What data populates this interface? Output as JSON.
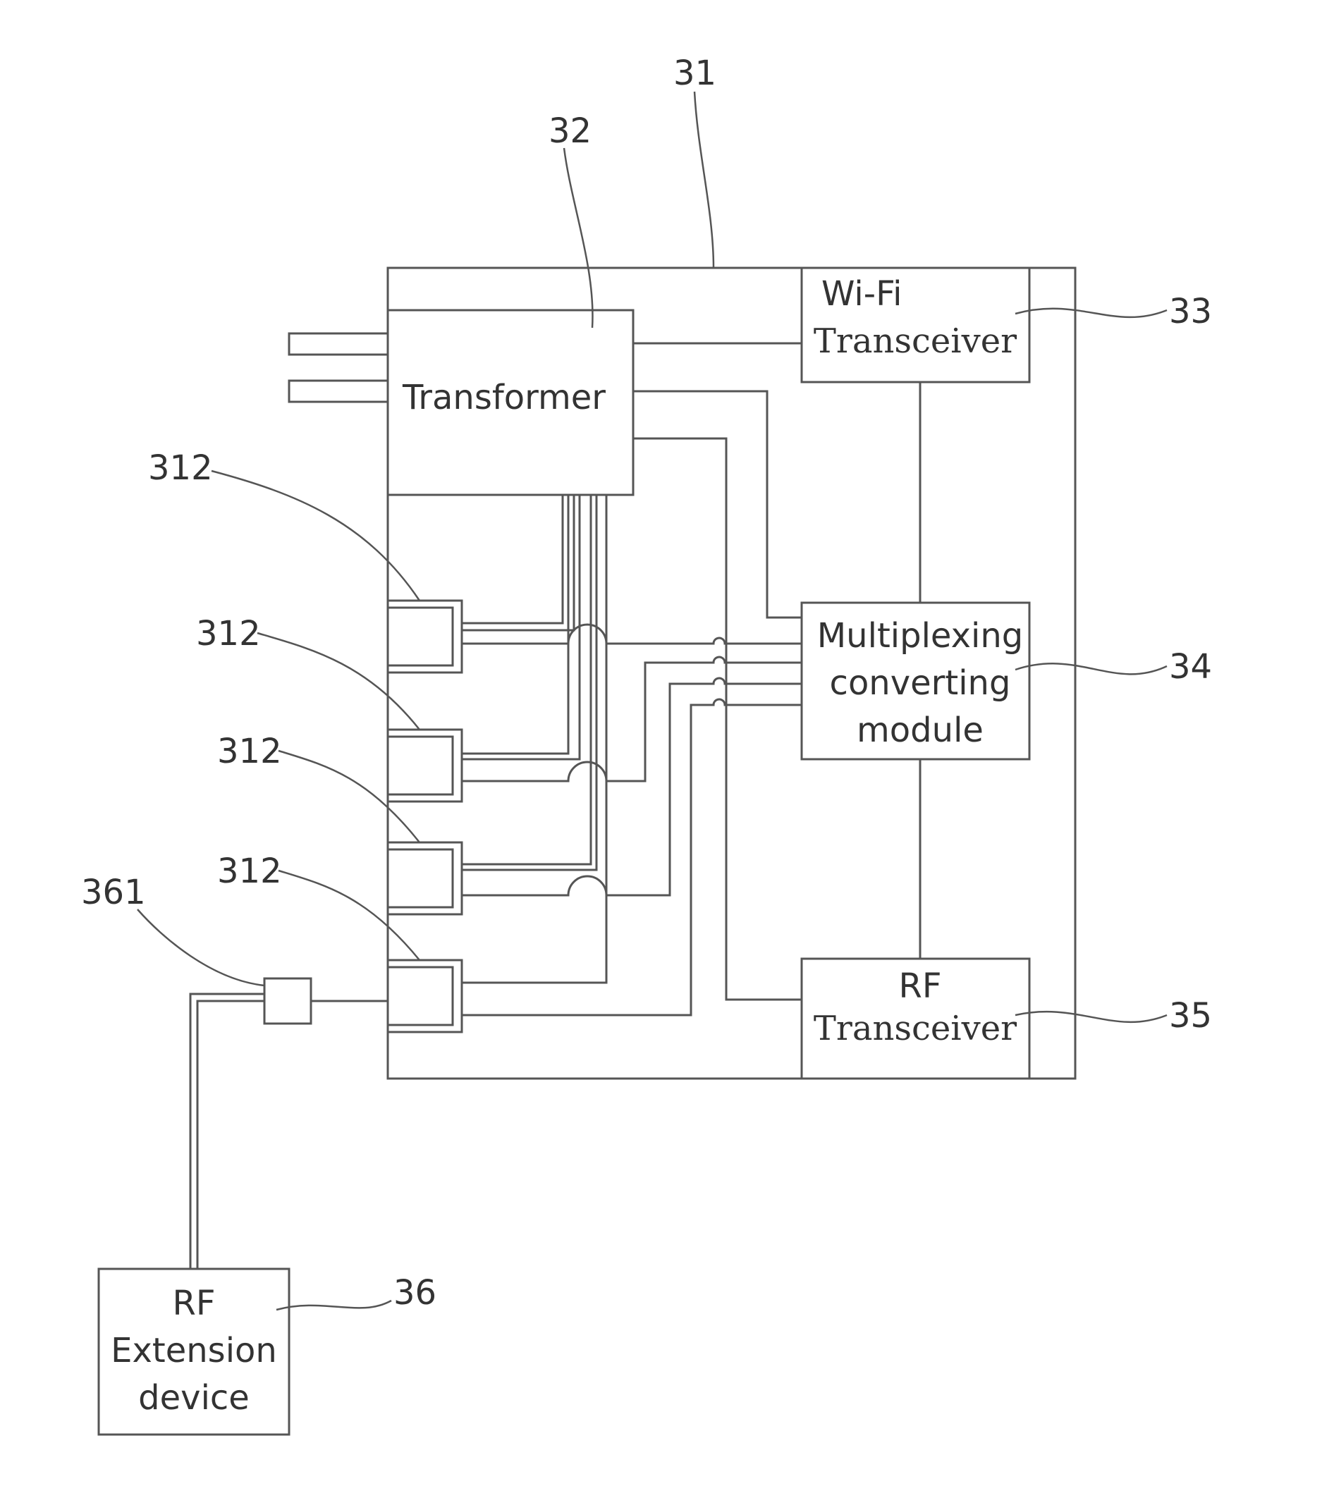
{
  "reference_numerals": {
    "housing": "31",
    "transformer": "32",
    "wifi": "33",
    "mux": "34",
    "rf_transceiver": "35",
    "rf_extension": "36",
    "connector": "361",
    "port": "312"
  },
  "blocks": {
    "transformer": {
      "lines": [
        "Transformer"
      ]
    },
    "wifi_transceiver": {
      "lines": [
        "Wi-Fi",
        "Transceiver"
      ]
    },
    "mux_module": {
      "lines": [
        "Multiplexing",
        "converting",
        "module"
      ]
    },
    "rf_transceiver": {
      "lines": [
        "RF",
        "Transceiver"
      ]
    },
    "rf_extension_device": {
      "lines": [
        "RF",
        "Extension",
        "device"
      ]
    }
  }
}
